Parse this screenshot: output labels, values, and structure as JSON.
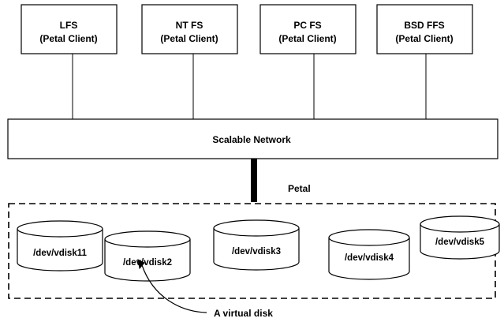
{
  "clients": [
    {
      "name": "LFS",
      "role": "(Petal Client)"
    },
    {
      "name": "NT FS",
      "role": "(Petal Client)"
    },
    {
      "name": "PC FS",
      "role": "(Petal Client)"
    },
    {
      "name": "BSD FFS",
      "role": "(Petal Client)"
    }
  ],
  "network": {
    "label": "Scalable Network"
  },
  "petal": {
    "label": "Petal"
  },
  "disks": [
    "/dev/vdisk11",
    "/dev/vdisk2",
    "/dev/vdisk3",
    "/dev/vdisk4",
    "/dev/vdisk5"
  ],
  "annotation": {
    "label": "A virtual disk"
  }
}
